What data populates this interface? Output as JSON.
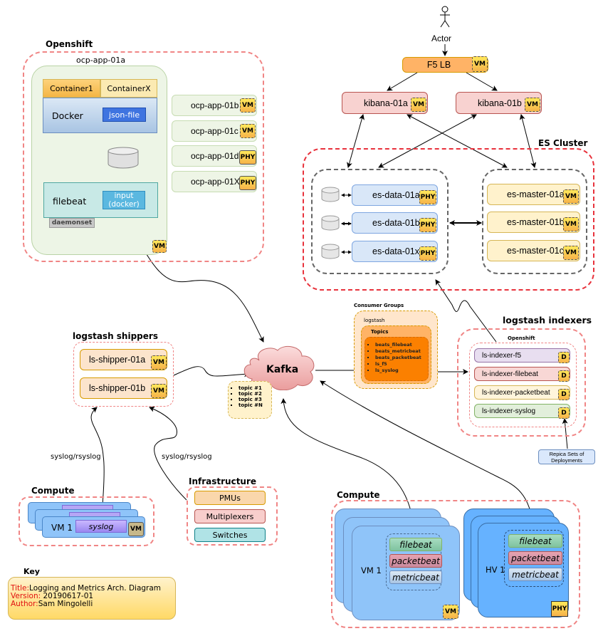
{
  "actor": {
    "label": "Actor"
  },
  "f5": {
    "label": "F5 LB",
    "badge": "VM"
  },
  "kibana": [
    {
      "label": "kibana-01a",
      "badge": "VM"
    },
    {
      "label": "kibana-01b",
      "badge": "VM"
    }
  ],
  "openshift_apps": {
    "title": "Openshift",
    "main_node": {
      "label": "ocp-app-01a",
      "containers": [
        "Container1",
        "ContainerX"
      ],
      "docker_label": "Docker",
      "json_file": "json-file",
      "filebeat_label": "filebeat",
      "input_label": "input\n(docker)",
      "daemonset": "daemonset",
      "badge": "VM"
    },
    "side_nodes": [
      {
        "label": "ocp-app-01b",
        "badge": "VM"
      },
      {
        "label": "ocp-app-01c",
        "badge": "VM"
      },
      {
        "label": "ocp-app-01d",
        "badge": "PHY"
      },
      {
        "label": "ocp-app-01X",
        "badge": "PHY"
      }
    ]
  },
  "es_cluster": {
    "title": "ES Cluster",
    "data_nodes": [
      {
        "label": "es-data-01a",
        "badge": "PHY"
      },
      {
        "label": "es-data-01b",
        "badge": "PHY"
      },
      {
        "label": "es-data-01x",
        "badge": "PHY"
      }
    ],
    "master_nodes": [
      {
        "label": "es-master-01a",
        "badge": "VM"
      },
      {
        "label": "es-master-01b",
        "badge": "VM"
      },
      {
        "label": "es-master-01c",
        "badge": "VM"
      }
    ]
  },
  "shippers": {
    "title": "logstash shippers",
    "nodes": [
      {
        "label": "ls-shipper-01a",
        "badge": "VM"
      },
      {
        "label": "ls-shipper-01b",
        "badge": "VM"
      }
    ]
  },
  "kafka": {
    "label": "Kafka",
    "topics": [
      "topic #1",
      "topic #2",
      "topic #3",
      "topic #N"
    ]
  },
  "consumer_groups": {
    "title": "Consumer Groups",
    "group": "logstash",
    "topics_title": "Topics",
    "topics": [
      "beats_filebeat",
      "beats_metricbeat",
      "beats_packetbeat",
      "ls_f5",
      "ls_syslog"
    ]
  },
  "indexers": {
    "title": "logstash indexers",
    "inner_title": "Openshift",
    "nodes": [
      {
        "label": "ls-indexer-f5",
        "badge": "D",
        "color": "#e8def0",
        "border": "#9673a6"
      },
      {
        "label": "ls-indexer-filebeat",
        "badge": "D",
        "color": "#f8d7d5",
        "border": "#b85450"
      },
      {
        "label": "ls-indexer-packetbeat",
        "badge": "D",
        "color": "#fff5dc",
        "border": "#d6b656"
      },
      {
        "label": "ls-indexer-syslog",
        "badge": "D",
        "color": "#e2efdb",
        "border": "#82b366"
      }
    ],
    "note": "Repica Sets of\nDeployments"
  },
  "edges": {
    "syslog_left": "syslog/rsyslog",
    "syslog_right": "syslog/rsyslog"
  },
  "compute_left": {
    "title": "Compute",
    "vm_label": "VM 1",
    "syslog": "syslog",
    "badge": "VM"
  },
  "infrastructure": {
    "title": "Infrastructure",
    "items": [
      "PMUs",
      "Multiplexers",
      "Switches"
    ]
  },
  "compute_right": {
    "title": "Compute",
    "vm": {
      "label": "VM 1",
      "badge": "VM",
      "beats": [
        "filebeat",
        "packetbeat",
        "metricbeat"
      ]
    },
    "hv": {
      "label": "HV 1",
      "badge": "PHY",
      "beats": [
        "filebeat",
        "packetbeat",
        "metricbeat"
      ]
    }
  },
  "key": {
    "title": "Key",
    "rows": [
      {
        "k": "Title:",
        "v": "Logging and Metrics Arch. Diagram"
      },
      {
        "k": "Version:",
        "v": " 20190617-01"
      },
      {
        "k": "Author:",
        "v": "Sam Mingolelli"
      }
    ]
  }
}
